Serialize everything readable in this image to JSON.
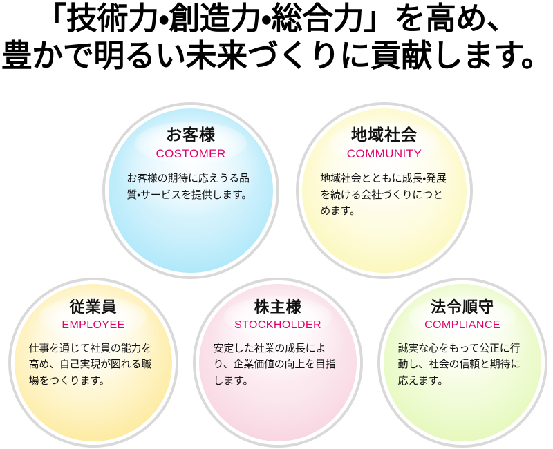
{
  "headline": {
    "line1": "「技術力・創造力・総合力」を高め、",
    "line2": "豊かで明るい未来づくりに貢献します。"
  },
  "colors": {
    "english_label": "#e3006b",
    "title_text": "#111111",
    "ring": "#d9d9d9",
    "customer": "#72d4f2",
    "community": "#f6ef78",
    "employee": "#f9d855",
    "stockholder": "#f3b2c8",
    "compliance": "#cef086"
  },
  "circles": [
    {
      "key": "customer",
      "title": "お客様",
      "subtitle": "COSTOMER",
      "body": "お客様の期待に応えうる品質・サービスを提供します。"
    },
    {
      "key": "community",
      "title": "地域社会",
      "subtitle": "COMMUNITY",
      "body": "地域社会とともに成長・発展を続ける会社づくりにつとめます。"
    },
    {
      "key": "employee",
      "title": "従業員",
      "subtitle": "EMPLOYEE",
      "body": "仕事を通じて社員の能力を高め、自己実現が図れる職場をつくります。"
    },
    {
      "key": "stockholder",
      "title": "株主様",
      "subtitle": "STOCKHOLDER",
      "body": "安定した社業の成長により、企業価値の向上を目指します。"
    },
    {
      "key": "compliance",
      "title": "法令順守",
      "subtitle": "COMPLIANCE",
      "body": "誠実な心をもって公正に行動し、社会の信頼と期待に応えます。"
    }
  ]
}
